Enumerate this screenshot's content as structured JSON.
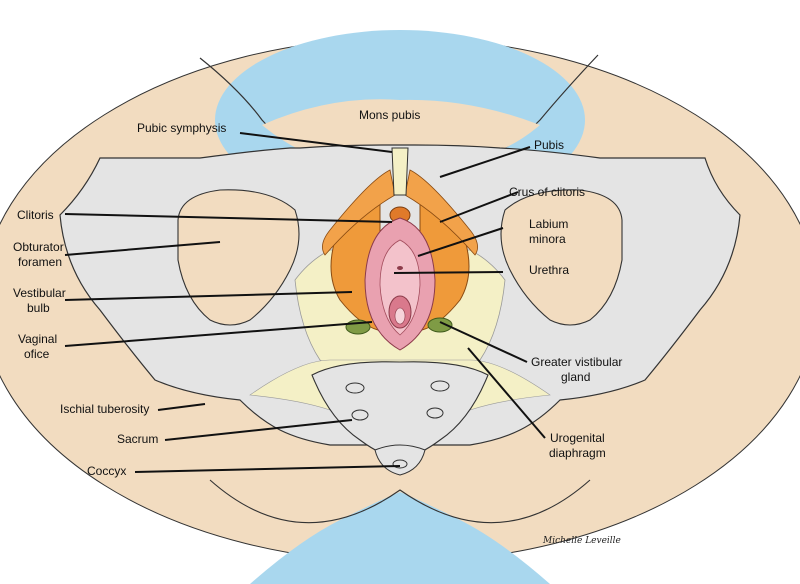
{
  "colors": {
    "skin": "#f2dcc0",
    "sky": "#a9d7ee",
    "bone": "#e4e4e4",
    "outline": "#333333",
    "orange": "#ef9a3a",
    "pink": "#e9a1b0",
    "green": "#7f9b45",
    "membrane": "#f4f0c6"
  },
  "labels": {
    "mons_pubis": "Mons pubis",
    "pubic_symphysis": "Pubic symphysis",
    "pubis": "Pubis",
    "crus_of_clitoris": "Crus of clitoris",
    "clitoris": "Clitoris",
    "labium_minora_1": "Labium",
    "labium_minora_2": "minora",
    "obturator_foramen_1": "Obturator",
    "obturator_foramen_2": "foramen",
    "urethra": "Urethra",
    "vestibular_bulb_1": "Vestibular",
    "vestibular_bulb_2": "bulb",
    "vaginal_orifice_1": "Vaginal",
    "vaginal_orifice_2": "ofice",
    "greater_vestibular_gland_1": "Greater vistibular",
    "greater_vestibular_gland_2": "gland",
    "ischial_tuberosity": "Ischial tuberosity",
    "sacrum": "Sacrum",
    "urogenital_diaphragm_1": "Urogenital",
    "urogenital_diaphragm_2": "diaphragm",
    "coccyx": "Coccyx"
  },
  "signature": "Michelle Leveille"
}
